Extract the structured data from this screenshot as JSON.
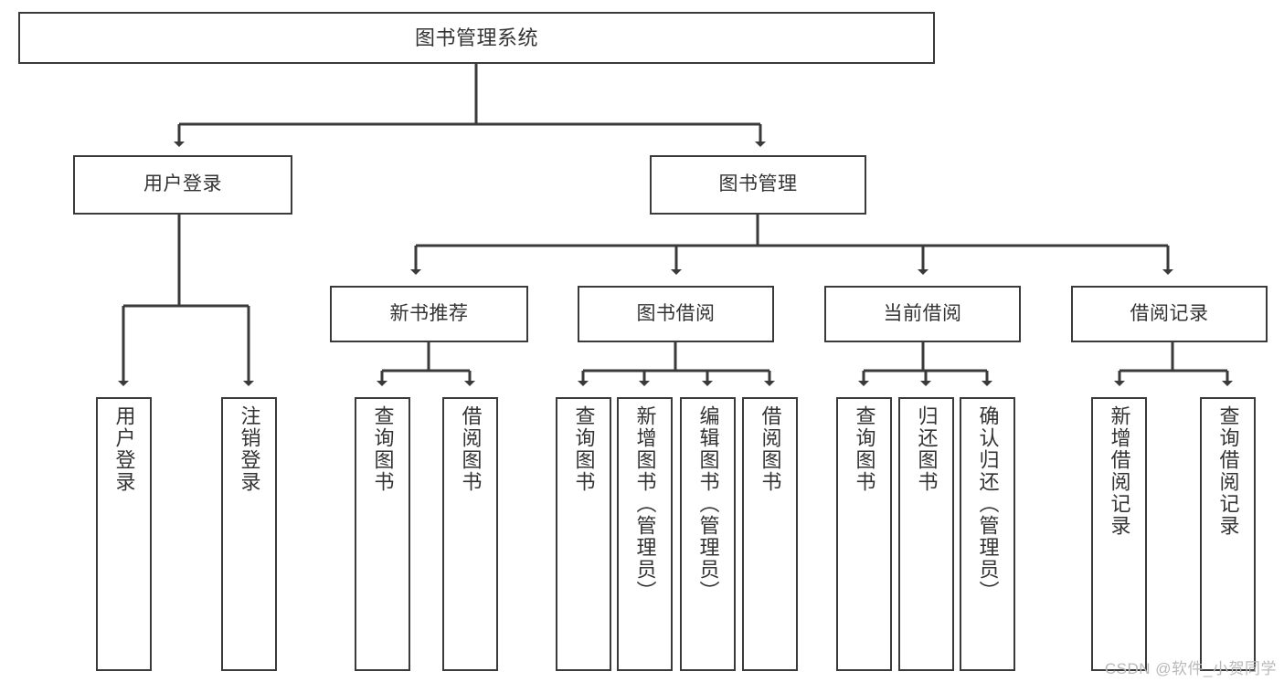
{
  "diagram": {
    "title": "图书管理系统",
    "watermark": "CSDN @软件_小贺同学",
    "colors": {
      "stroke": "#3a3a3a",
      "text": "#333333",
      "background": "#ffffff",
      "watermark": "#b9b9b9"
    },
    "nodes": {
      "root": {
        "label": "图书管理系统"
      },
      "level2": [
        {
          "label": "用户登录"
        },
        {
          "label": "图书管理"
        }
      ],
      "level3": [
        {
          "label": "新书推荐"
        },
        {
          "label": "图书借阅"
        },
        {
          "label": "当前借阅"
        },
        {
          "label": "借阅记录"
        }
      ],
      "leaves": {
        "user_login": [
          {
            "label": "用户登录"
          },
          {
            "label": "注销登录"
          }
        ],
        "new_book_recommend": [
          {
            "label": "查询图书"
          },
          {
            "label": "借阅图书"
          }
        ],
        "book_borrow": [
          {
            "label": "查询图书"
          },
          {
            "label": "新增图书（管理员）"
          },
          {
            "label": "编辑图书（管理员）"
          },
          {
            "label": "借阅图书"
          }
        ],
        "current_borrow": [
          {
            "label": "查询图书"
          },
          {
            "label": "归还图书"
          },
          {
            "label": "确认归还（管理员）"
          }
        ],
        "borrow_records": [
          {
            "label": "新增借阅记录"
          },
          {
            "label": "查询借阅记录"
          }
        ]
      }
    }
  }
}
